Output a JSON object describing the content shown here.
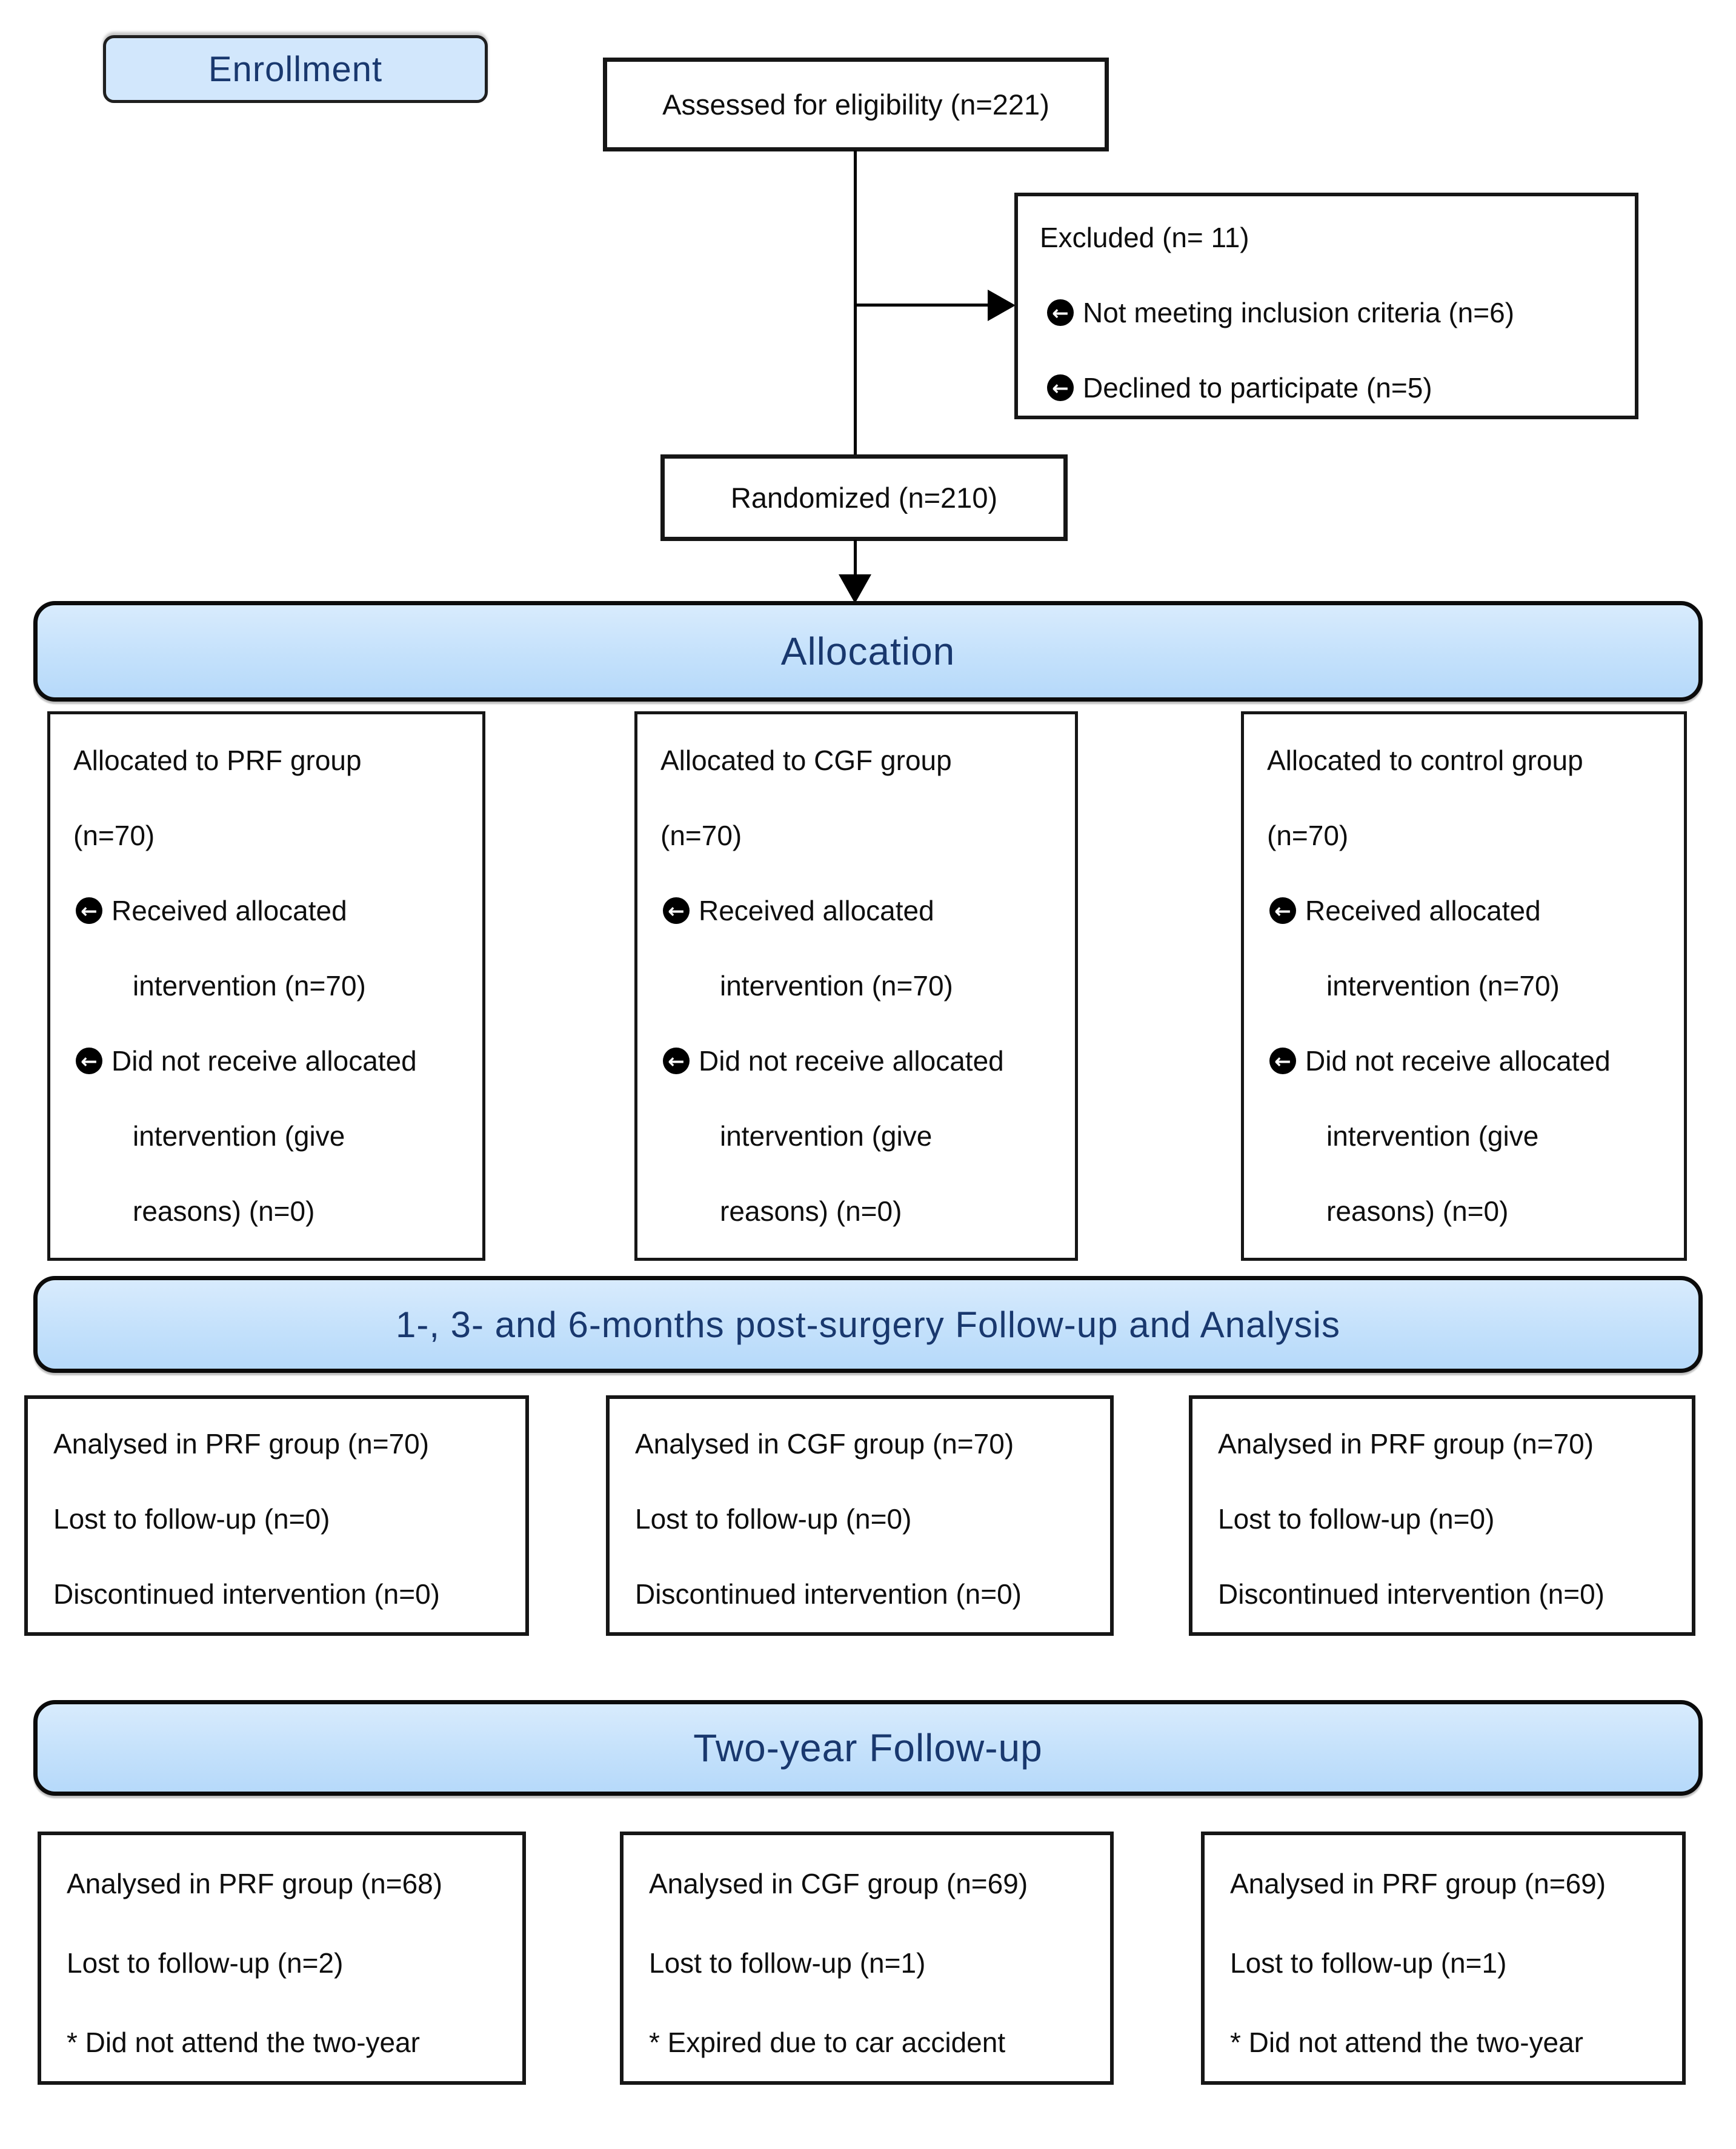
{
  "palette": {
    "banner_fill": "#c4e1fb",
    "banner_border": "#0b0b0b",
    "banner_text": "#19386e",
    "box_border": "#161616",
    "box_text": "#0e0e0e",
    "background": "#ffffff"
  },
  "icons": {
    "bullet": "circle-left-arrow-icon"
  },
  "enrollment": {
    "label": "Enrollment"
  },
  "assessed": {
    "text": "Assessed for eligibility (n=221)"
  },
  "excluded": {
    "lines": [
      {
        "t": "plain",
        "text": "Excluded (n= 11)"
      },
      {
        "t": "bullet",
        "text": "Not meeting inclusion criteria (n=6)"
      },
      {
        "t": "bullet",
        "text": "Declined to participate (n=5)"
      }
    ]
  },
  "randomized": {
    "text": "Randomized (n=210)"
  },
  "banners": {
    "allocation": "Allocation",
    "followup": "1-, 3- and 6-months post-surgery Follow-up and Analysis",
    "twoyear": "Two-year Follow-up"
  },
  "allocation_boxes": [
    {
      "group": "PRF",
      "lines": [
        {
          "t": "plain",
          "text": "Allocated to PRF group"
        },
        {
          "t": "plain",
          "text": "(n=70)"
        },
        {
          "t": "bullet",
          "text": "Received allocated"
        },
        {
          "t": "indent",
          "text": "intervention (n=70)"
        },
        {
          "t": "bullet",
          "text": "Did not receive allocated"
        },
        {
          "t": "indent",
          "text": "intervention (give"
        },
        {
          "t": "indent",
          "text": "reasons) (n=0)"
        }
      ]
    },
    {
      "group": "CGF",
      "lines": [
        {
          "t": "plain",
          "text": "Allocated to CGF group"
        },
        {
          "t": "plain",
          "text": "(n=70)"
        },
        {
          "t": "bullet",
          "text": "Received allocated"
        },
        {
          "t": "indent",
          "text": "intervention (n=70)"
        },
        {
          "t": "bullet",
          "text": "Did not receive allocated"
        },
        {
          "t": "indent",
          "text": "intervention (give"
        },
        {
          "t": "indent",
          "text": "reasons) (n=0)"
        }
      ]
    },
    {
      "group": "control",
      "lines": [
        {
          "t": "plain",
          "text": "Allocated to control group"
        },
        {
          "t": "plain",
          "text": "(n=70)"
        },
        {
          "t": "bullet",
          "text": "Received allocated"
        },
        {
          "t": "indent",
          "text": "intervention (n=70)"
        },
        {
          "t": "bullet",
          "text": "Did not receive allocated"
        },
        {
          "t": "indent",
          "text": "intervention (give"
        },
        {
          "t": "indent",
          "text": "reasons) (n=0)"
        }
      ]
    }
  ],
  "analysis_boxes": [
    {
      "group": "PRF",
      "lines": [
        {
          "t": "plain",
          "text": "Analysed in PRF group (n=70)"
        },
        {
          "t": "plain",
          "text": "Lost to follow-up (n=0)"
        },
        {
          "t": "plain",
          "text": "Discontinued intervention  (n=0)"
        }
      ]
    },
    {
      "group": "CGF",
      "lines": [
        {
          "t": "plain",
          "text": "Analysed in CGF group (n=70)"
        },
        {
          "t": "plain",
          "text": "Lost to follow-up (n=0)"
        },
        {
          "t": "plain",
          "text": "Discontinued intervention  (n=0)"
        }
      ]
    },
    {
      "group": "control",
      "lines": [
        {
          "t": "plain",
          "text": "Analysed in PRF group (n=70)"
        },
        {
          "t": "plain",
          "text": "Lost to follow-up (n=0)"
        },
        {
          "t": "plain",
          "text": "Discontinued intervention  (n=0)"
        }
      ]
    }
  ],
  "twoyear_boxes": [
    {
      "group": "PRF",
      "lines": [
        {
          "t": "plain",
          "text": "Analysed in PRF group (n=68)"
        },
        {
          "t": "plain",
          "text": "Lost to follow-up (n=2)"
        },
        {
          "t": "plain",
          "text": "* Did not attend the two-year"
        }
      ]
    },
    {
      "group": "CGF",
      "lines": [
        {
          "t": "plain",
          "text": "Analysed in CGF group (n=69)"
        },
        {
          "t": "plain",
          "text": "Lost to follow-up (n=1)"
        },
        {
          "t": "plain",
          "text": "* Expired due to car accident"
        }
      ]
    },
    {
      "group": "control",
      "lines": [
        {
          "t": "plain",
          "text": "Analysed in PRF group (n=69)"
        },
        {
          "t": "plain",
          "text": "Lost to follow-up (n=1)"
        },
        {
          "t": "plain",
          "text": "* Did not attend the two-year"
        }
      ]
    }
  ]
}
